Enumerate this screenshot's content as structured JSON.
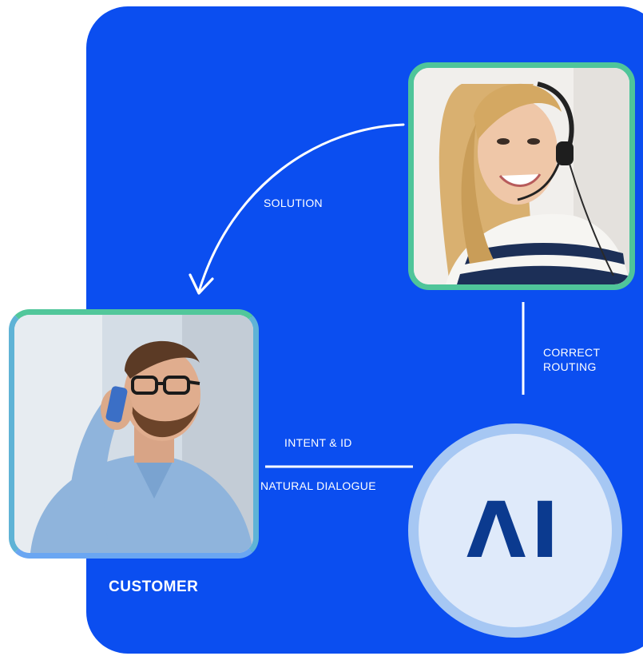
{
  "labels": {
    "solution": "SOLUTION",
    "correct_routing_line1": "CORRECT",
    "correct_routing_line2": "ROUTING",
    "intent_id": "INTENT & ID",
    "natural_dialogue": "NATURAL DIALOGUE",
    "customer": "CUSTOMER",
    "ai": "ΛI"
  },
  "colors": {
    "panel": "#0b4ef0",
    "frame_green": "#4fc59a",
    "ai_ring": "#a6c7f3",
    "ai_face": "#dfeafa",
    "ai_text": "#0b3a8f"
  },
  "icons": {
    "agent_photo": "support-agent-with-headset",
    "customer_photo": "man-on-phone"
  }
}
